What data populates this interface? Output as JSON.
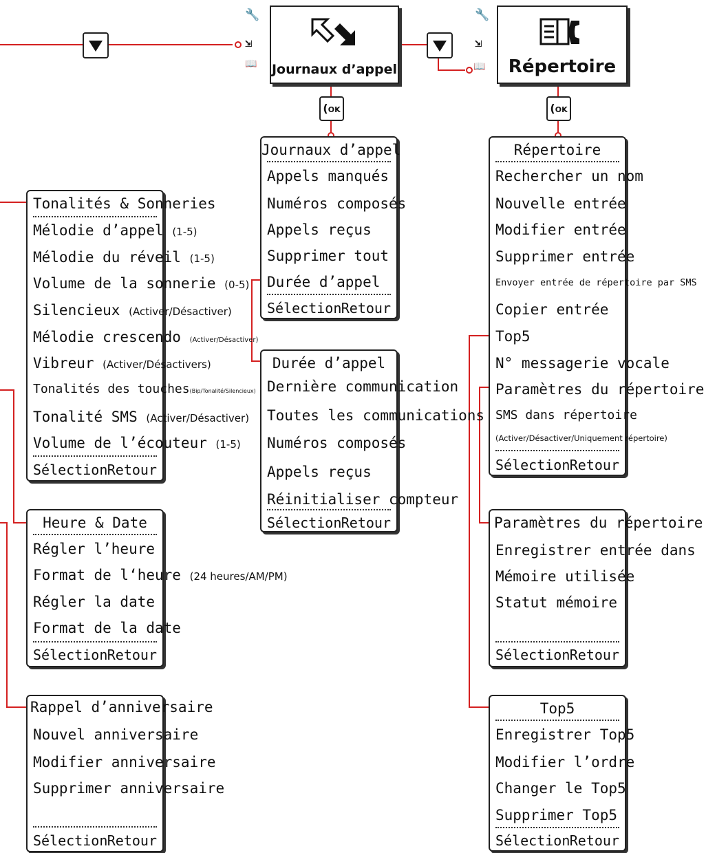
{
  "screens": {
    "journaux": {
      "label": "Journaux d’appel",
      "icon": "call-log-arrows-icon"
    },
    "repertoire": {
      "label": "Répertoire",
      "icon": "phonebook-icon"
    }
  },
  "ok_button": {
    "label": "OK",
    "icon": "handset-icon"
  },
  "nav_button": {
    "icon": "down-arrow-icon"
  },
  "side_icons": [
    "wrench-icon",
    "arrows-icon",
    "book-icon"
  ],
  "accent_color": "#d42020",
  "menus": {
    "tonalites": {
      "title": "Tonalités & Sonneries",
      "items": [
        {
          "label": "Mélodie d’appel",
          "opt": "(1-5)"
        },
        {
          "label": "Mélodie du réveil",
          "opt": "(1-5)"
        },
        {
          "label": "Volume de la sonnerie",
          "opt": "(0-5)"
        },
        {
          "label": "Silencieux",
          "opt": "(Activer/Désactiver)"
        },
        {
          "label": "Mélodie crescendo",
          "opt": "(Activer/Désactiver)"
        },
        {
          "label": "Vibreur",
          "opt": "(Activer/Désactivers)"
        },
        {
          "label": "Tonalités des touches",
          "opt": "(Bip/Tonalité/Silencieux)"
        },
        {
          "label": "Tonalité SMS",
          "opt": "(Activer/Désactiver)"
        },
        {
          "label": "Volume de l’écouteur",
          "opt": "(1-5)"
        }
      ],
      "select": "Sélection",
      "back": "Retour"
    },
    "heure": {
      "title": "Heure & Date",
      "items": [
        {
          "label": "Régler l’heure"
        },
        {
          "label": "Format de l‘heure",
          "opt": "(24 heures/AM/PM)"
        },
        {
          "label": "Régler la date"
        },
        {
          "label": "Format de la date"
        }
      ],
      "select": "Sélection",
      "back": "Retour"
    },
    "anniversaire": {
      "title": "Rappel d’anniversaire",
      "items": [
        {
          "label": "Nouvel anniversaire"
        },
        {
          "label": "Modifier anniversaire"
        },
        {
          "label": "Supprimer anniversaire"
        }
      ],
      "select": "Sélection",
      "back": "Retour"
    },
    "journaux": {
      "title": "Journaux d’appel",
      "items": [
        {
          "label": "Appels manqués"
        },
        {
          "label": "Numéros composés"
        },
        {
          "label": "Appels reçus"
        },
        {
          "label": "Supprimer tout"
        },
        {
          "label": "Durée d’appel"
        }
      ],
      "select": "Sélection",
      "back": "Retour"
    },
    "duree": {
      "title": "Durée d’appel",
      "items": [
        {
          "label": "Dernière communication"
        },
        {
          "label": "Toutes les communications"
        },
        {
          "label": "Numéros composés"
        },
        {
          "label": "Appels reçus"
        },
        {
          "label": "Réinitialiser compteur"
        }
      ],
      "select": "Sélection",
      "back": "Retour"
    },
    "repertoire": {
      "title": "Répertoire",
      "items": [
        {
          "label": "Rechercher un nom"
        },
        {
          "label": "Nouvelle entrée"
        },
        {
          "label": "Modifier entrée"
        },
        {
          "label": "Supprimer entrée"
        },
        {
          "label": "Envoyer entrée de répertoire par SMS"
        },
        {
          "label": "Copier entrée"
        },
        {
          "label": "Top5"
        },
        {
          "label": "N° messagerie vocale"
        },
        {
          "label": "Paramètres du répertoire"
        },
        {
          "label": "SMS dans répertoire",
          "opt": "(Activer/Désactiver/Uniquement répertoire)"
        }
      ],
      "select": "Sélection",
      "back": "Retour"
    },
    "parametres": {
      "title": "Paramètres du répertoire",
      "items": [
        {
          "label": "Enregistrer entrée dans"
        },
        {
          "label": "Mémoire utilisée"
        },
        {
          "label": "Statut mémoire"
        }
      ],
      "select": "Sélection",
      "back": "Retour"
    },
    "top5": {
      "title": "Top5",
      "items": [
        {
          "label": "Enregistrer Top5"
        },
        {
          "label": "Modifier l’ordre"
        },
        {
          "label": "Changer le Top5"
        },
        {
          "label": "Supprimer Top5"
        }
      ],
      "select": "Sélection",
      "back": "Retour"
    }
  }
}
